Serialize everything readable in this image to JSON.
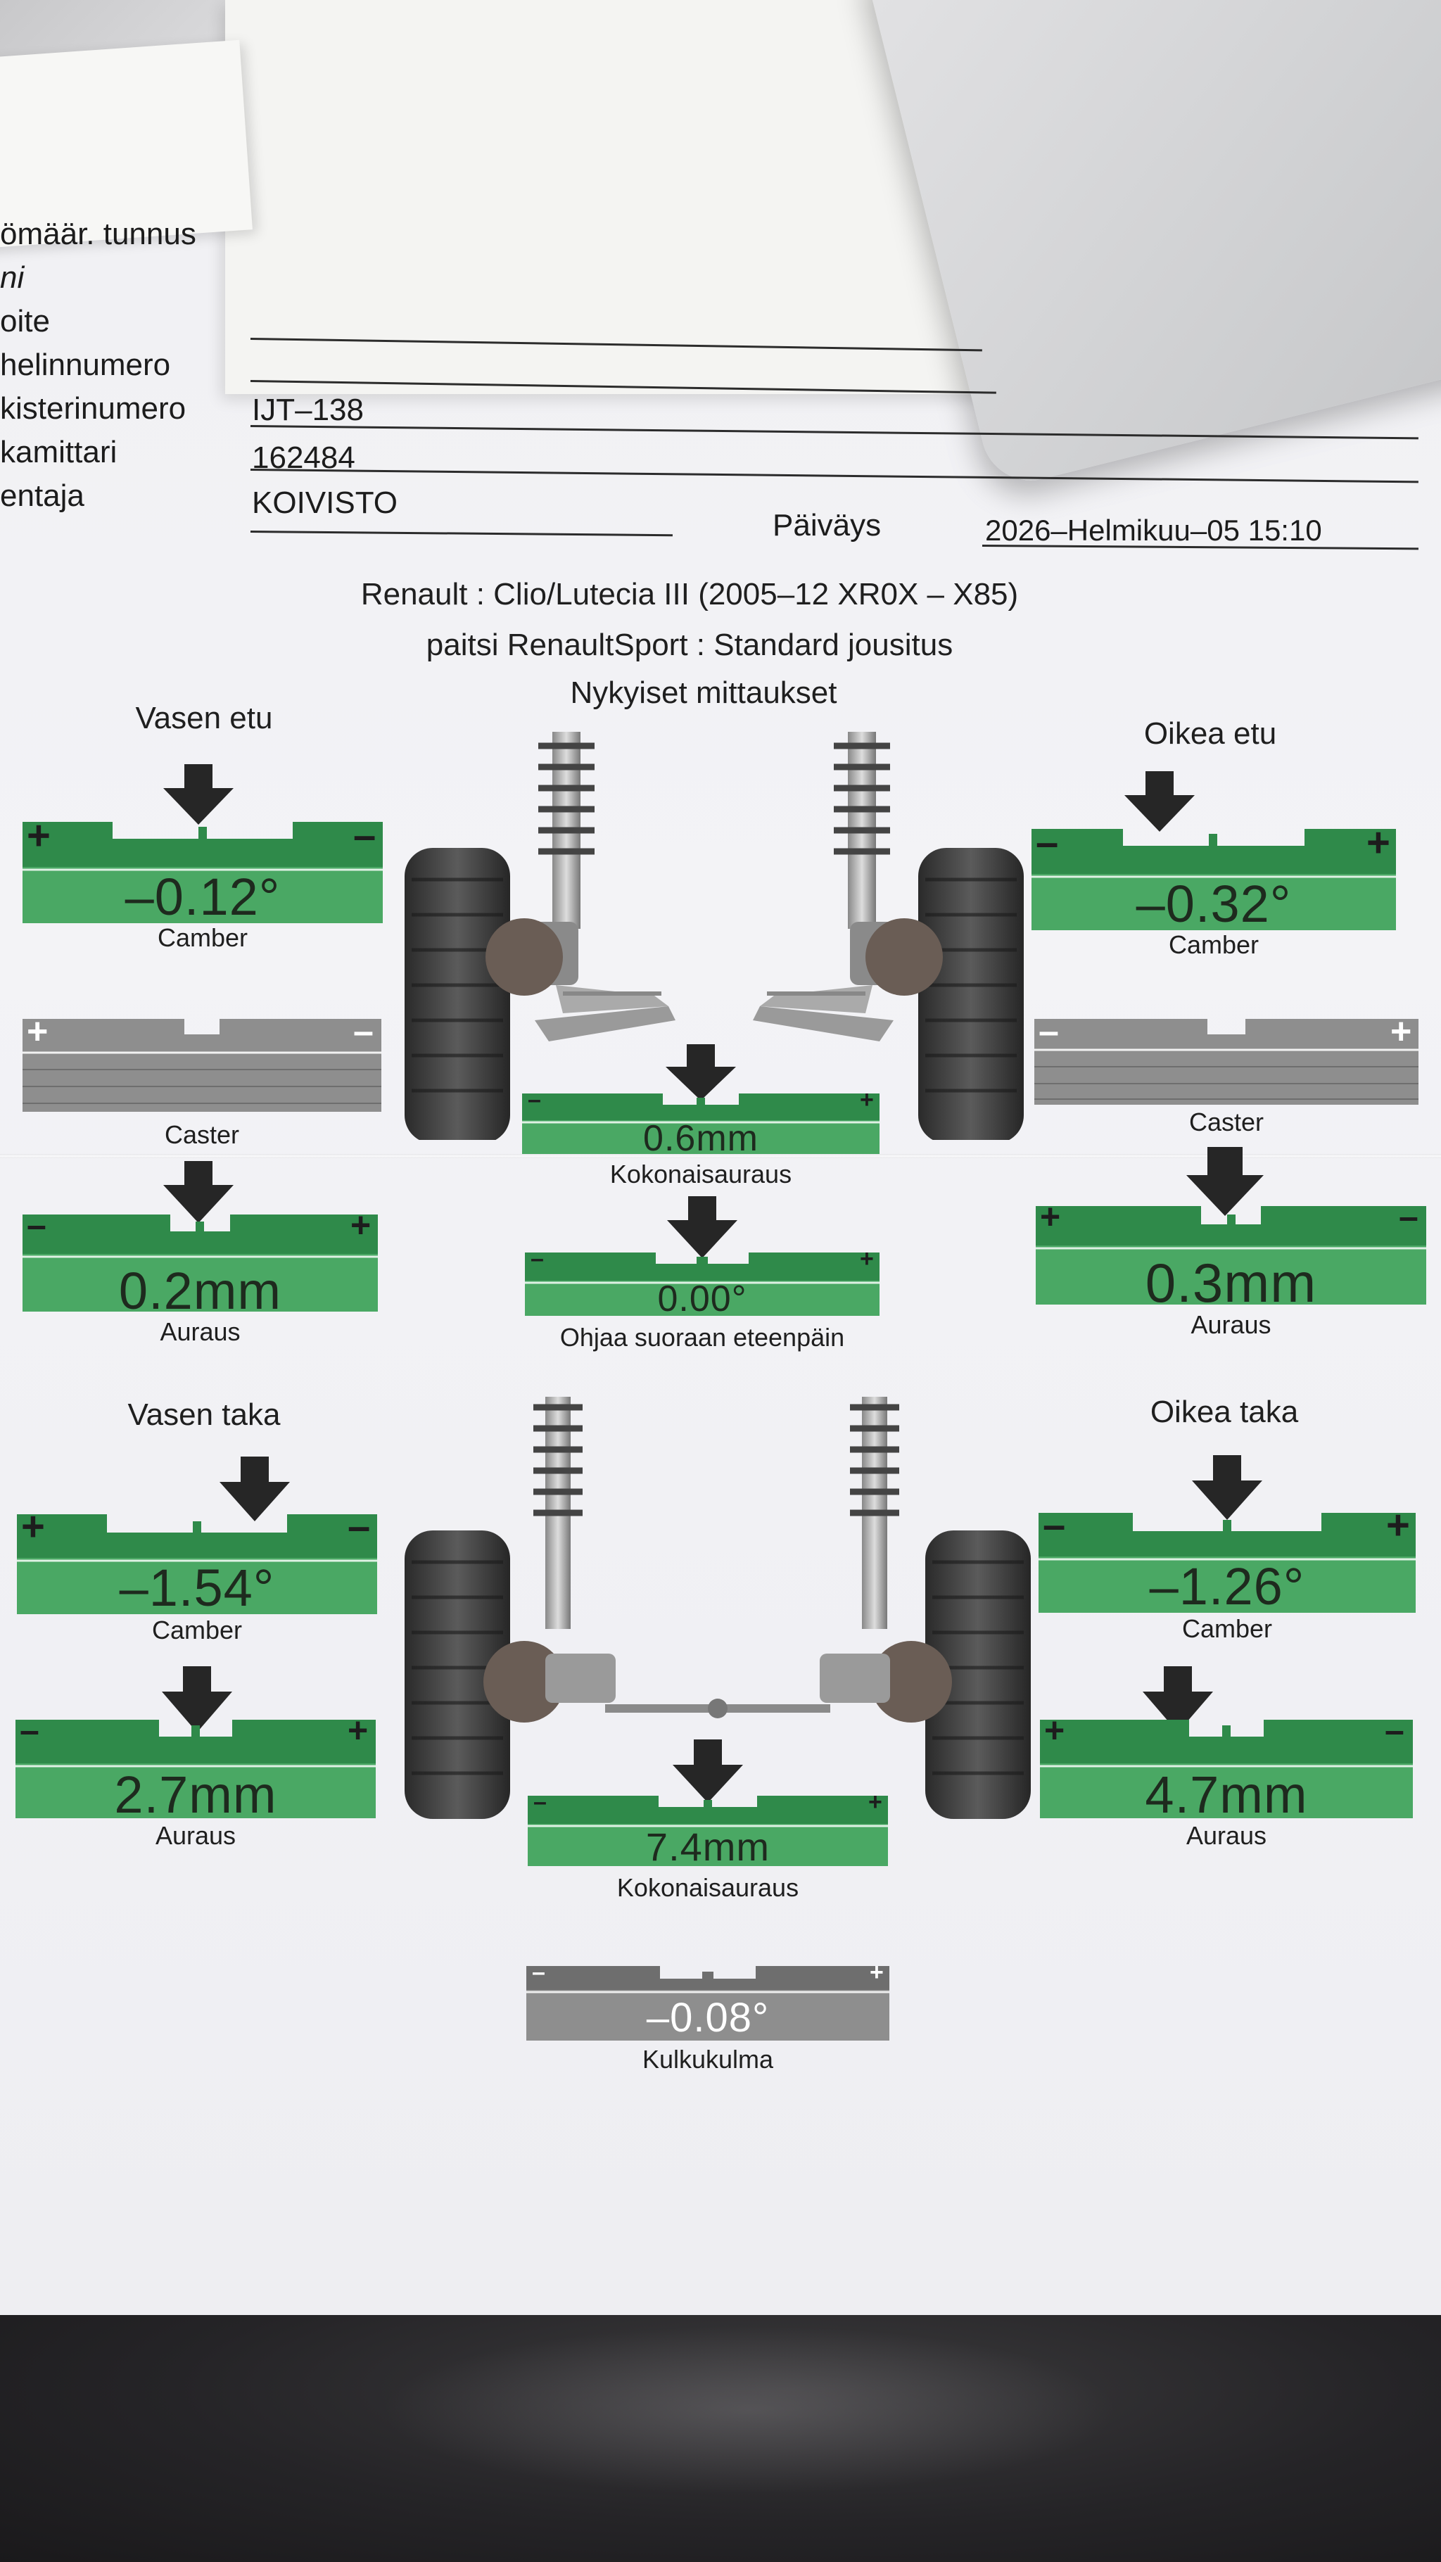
{
  "form": {
    "labels": {
      "chassis": "ömäär. tunnus",
      "name": "ni",
      "address": "oite",
      "phone": "helinnumero",
      "register": "kisterinumero",
      "odometer": "kamittari",
      "technician": "entaja"
    },
    "values": {
      "register": "IJT–138",
      "odometer": "162484",
      "technician": "KOIVISTO"
    },
    "date_label": "Päiväys",
    "date_value": "2026–Helmikuu–05 15:10"
  },
  "vehicle": {
    "line1": "Renault : Clio/Lutecia III (2005–12 XR0X – X85)",
    "line2": "paitsi RenaultSport : Standard jousitus"
  },
  "section_title": "Nykyiset mittaukset",
  "front": {
    "left_title": "Vasen etu",
    "right_title": "Oikea etu",
    "left_camber": {
      "value": "–0.12°",
      "label": "Camber",
      "state": "green"
    },
    "right_camber": {
      "value": "–0.32°",
      "label": "Camber",
      "state": "green"
    },
    "left_caster": {
      "value": "",
      "label": "Caster",
      "state": "grey"
    },
    "right_caster": {
      "value": "",
      "label": "Caster",
      "state": "grey"
    },
    "total_toe": {
      "value": "0.6mm",
      "label": "Kokonaisauraus",
      "state": "green"
    },
    "left_toe": {
      "value": "0.2mm",
      "label": "Auraus",
      "state": "green"
    },
    "right_toe": {
      "value": "0.3mm",
      "label": "Auraus",
      "state": "green"
    },
    "steering": {
      "value": "0.00°",
      "label": "Ohjaa suoraan eteenpäin",
      "state": "green"
    }
  },
  "rear": {
    "left_title": "Vasen taka",
    "right_title": "Oikea taka",
    "left_camber": {
      "value": "–1.54°",
      "label": "Camber",
      "state": "green"
    },
    "right_camber": {
      "value": "–1.26°",
      "label": "Camber",
      "state": "green"
    },
    "left_toe": {
      "value": "2.7mm",
      "label": "Auraus",
      "state": "green"
    },
    "right_toe": {
      "value": "4.7mm",
      "label": "Auraus",
      "state": "green"
    },
    "total_toe": {
      "value": "7.4mm",
      "label": "Kokonaisauraus",
      "state": "green"
    },
    "thrust": {
      "value": "–0.08°",
      "label": "Kulkukulma",
      "state": "grey"
    }
  },
  "signs": {
    "plus": "+",
    "minus": "–"
  },
  "colors": {
    "green": "#4aa864",
    "green_dark": "#2f8a4a",
    "grey": "#8e8e8e",
    "grey_dark": "#6e6e6e"
  },
  "icons": [
    "pointer-arrow-icon",
    "front-suspension-illustration",
    "rear-suspension-illustration",
    "tire-icon"
  ]
}
